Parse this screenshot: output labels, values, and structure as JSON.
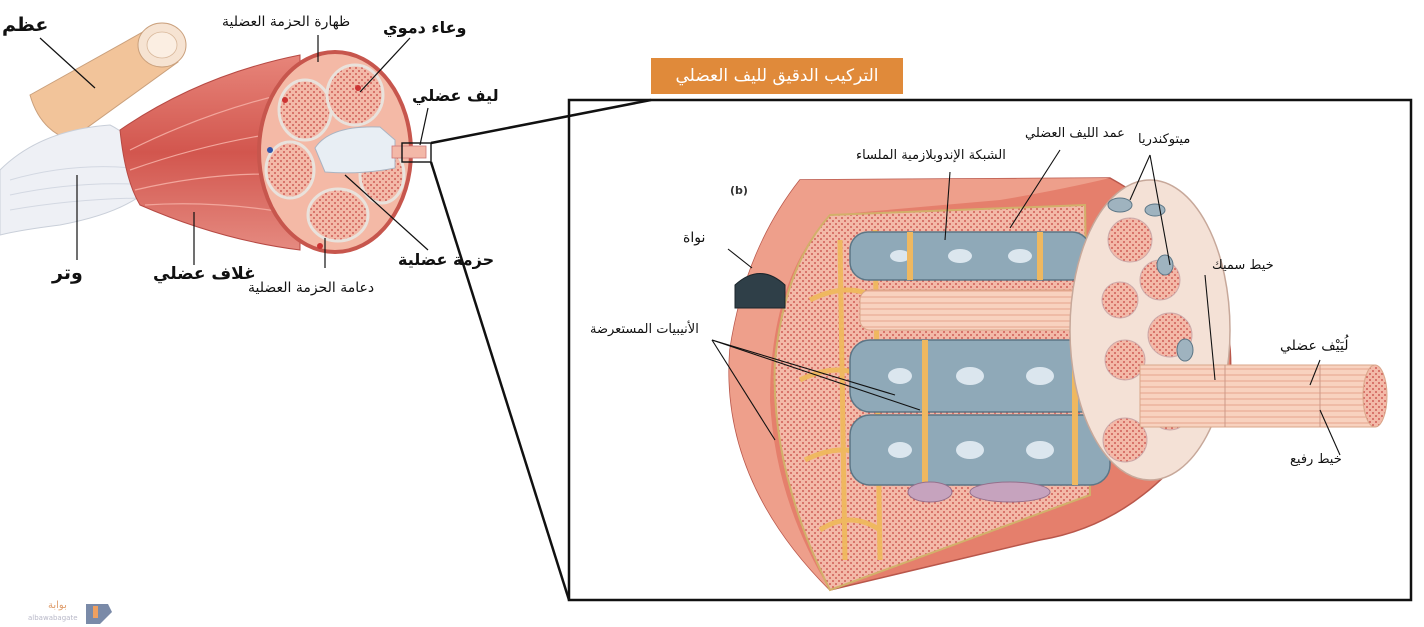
{
  "title": "التركيب الدقيق لليف العضلي",
  "panel_tag": "(b)",
  "labels": {
    "bone": "عظم",
    "tendon": "وتر",
    "epimysium": "غلاف عضلي",
    "perimysium": "ظهارة الحزمة العضلية",
    "endomysium": "دعامة الحزمة العضلية",
    "blood_vessel": "وعاء دموي",
    "muscle_fiber": "ليف عضلي",
    "fascicle": "حزمة عضلية",
    "nucleus": "نواة",
    "sarcoplasmic_reticulum": "الشبكة الإندوبلازمية الملساء",
    "myofibril_column": "عمد الليف العضلي",
    "mitochondria": "ميتوكندريا",
    "thick_filament": "خيط سميك",
    "myofibril": "لُيَيْف عضلي",
    "thin_filament": "خيط رفيع",
    "t_tubules": "الأنيبيات المستعرضة"
  },
  "logo": {
    "text": "بوابة",
    "sub": "albawabagate"
  },
  "colors": {
    "muscle": "#d9655c",
    "fiber_tissue": "#f0b6a6",
    "reticulum": "#8fa9b8",
    "tubule": "#efb860",
    "title_bg": "#e08a3a"
  }
}
